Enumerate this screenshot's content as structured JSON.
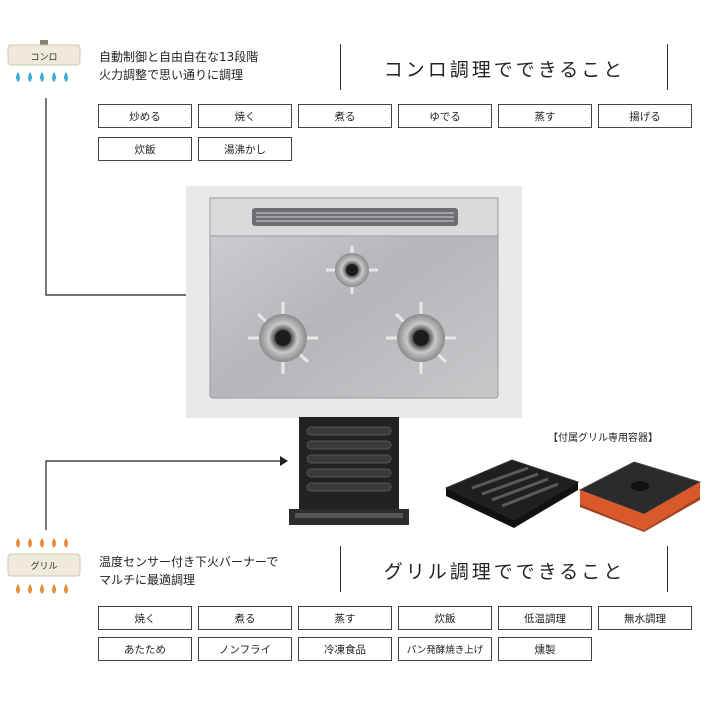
{
  "konro": {
    "badge": "コンロ",
    "desc_line1": "自動制御と自由自在な13段階",
    "desc_line2": "火力調整で思い通りに調理",
    "title": "コンロ調理でできること",
    "tags": [
      "炒める",
      "焼く",
      "煮る",
      "ゆでる",
      "蒸す",
      "揚げる",
      "炊飯",
      "湯沸かし"
    ]
  },
  "grill": {
    "badge": "グリル",
    "desc_line1": "温度センサー付き下火バーナーで",
    "desc_line2": "マルチに最適調理",
    "title": "グリル調理でできること",
    "tags": [
      "焼く",
      "煮る",
      "蒸す",
      "炊飯",
      "低温調理",
      "無水調理",
      "あたため",
      "ノンフライ",
      "冷凍食品",
      "パン発酵焼き上げ",
      "燻製"
    ]
  },
  "accessory_label": "【付属グリル専用容器】",
  "colors": {
    "flame_blue": "#3fb0d8",
    "flame_orange": "#e98a3a",
    "badge_bg": "#efeadc",
    "cooktop_steel": "#b9bbbe",
    "pan_orange": "#d9592b"
  }
}
